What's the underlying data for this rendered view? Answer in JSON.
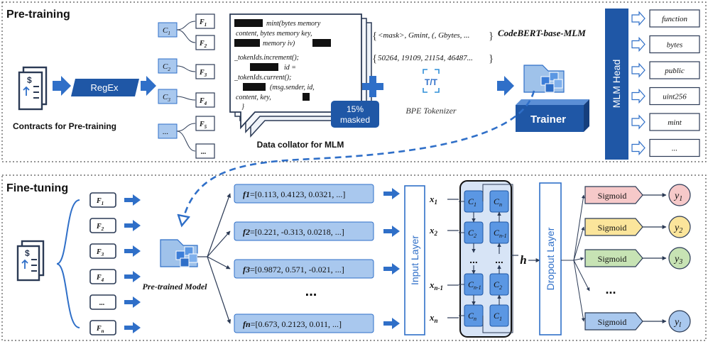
{
  "pretraining": {
    "title": "Pre-training",
    "contracts_label": "Contracts for Pre-training",
    "regex_label": "RegEx",
    "clusters": [
      "C1",
      "C2",
      "C3",
      "..."
    ],
    "cluster_features": [
      [
        "F1",
        "F2"
      ],
      [
        "F3"
      ],
      [
        "F4"
      ],
      [
        "F5",
        "..."
      ]
    ],
    "code_lines": [
      "mint(bytes memory",
      "content, bytes memory key,",
      "memory iv)",
      "_tokenIds.increment();",
      "id =",
      "_tokenIds.current();",
      "(msg.sender, id,",
      "content, key,",
      "}"
    ],
    "masked_badge": [
      "15%",
      "masked"
    ],
    "collator_label": "Data collator for MLM",
    "tokens_line": "<mask>, Gmint, (, Gbytes, ...",
    "ids_line": "50264, 19109, 21154, 46487...",
    "tokenizer_label": "BPE Tokenizer",
    "model_label": "CodeBERT-base-MLM",
    "trainer_label": "Trainer",
    "mlm_head_label": "MLM Head",
    "mlm_outputs": [
      "function",
      "bytes",
      "public",
      "uint256",
      "mint",
      "..."
    ]
  },
  "finetuning": {
    "title": "Fine-tuning",
    "features": [
      "F1",
      "F2",
      "F3",
      "F4",
      "...",
      "Fn"
    ],
    "pretrained_label": "Pre-trained Model",
    "vectors": [
      {
        "name": "f1",
        "values": "=[0.113, 0.4123, 0.0321, ...]"
      },
      {
        "name": "f2",
        "values": "=[0.221, -0.313, 0.0218, ...]"
      },
      {
        "name": "f3",
        "values": "=[0.9872, 0.571, -0.021, ...]"
      },
      {
        "name": "fn",
        "values": "=[0.673, 0.2123, 0.011, ...]"
      }
    ],
    "vector_ellipsis": "...",
    "input_layer": "Input Layer",
    "x_labels": [
      "x1",
      "x2",
      "xn-1",
      "xn"
    ],
    "lstm_left": [
      "C1",
      "C2",
      "...",
      "Cn-1",
      "Cn"
    ],
    "lstm_right": [
      "Cn",
      "Cn-1",
      "...",
      "C2",
      "C1"
    ],
    "h_label": "h",
    "dropout_layer": "Dropout Layer",
    "sigmoid_label": "Sigmoid",
    "y_labels": [
      "y1",
      "y2",
      "y3",
      "yl"
    ],
    "sigmoid_ellipsis": "...",
    "sigmoid_colors": [
      "#f6c9c9",
      "#fbe59b",
      "#c7e3b4",
      "#a9c8ee"
    ]
  }
}
